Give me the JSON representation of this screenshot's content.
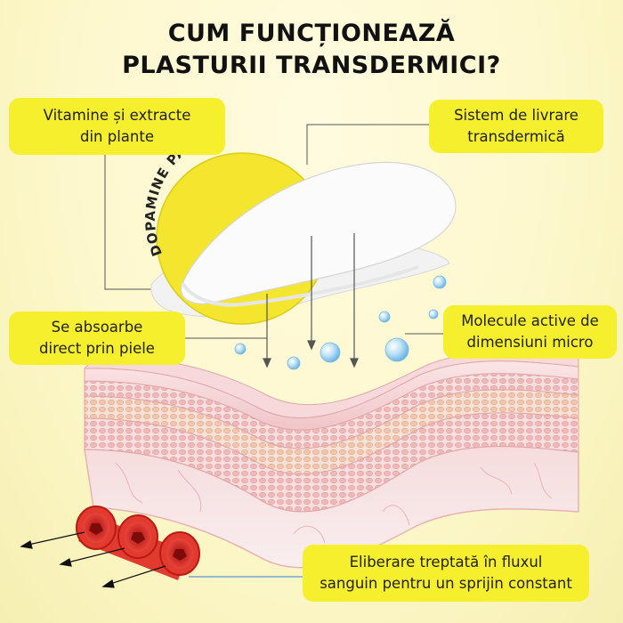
{
  "title": {
    "line1": "CUM FUNCȚIONEAZĂ",
    "line2": "PLASTURII TRANSDERMICI?"
  },
  "patch_label": "DOPAMINE PATCH",
  "callouts": {
    "vitamins": {
      "line1": "Vitamine și extracte",
      "line2": "din plante"
    },
    "delivery": {
      "line1": "Sistem de livrare",
      "line2": "transdermică"
    },
    "absorb": {
      "line1": "Se absoarbe",
      "line2": "direct prin piele"
    },
    "molecules": {
      "line1": "Molecule active de",
      "line2": "dimensiuni micro"
    },
    "release": {
      "line1": "Eliberare treptată în fluxul",
      "line2": "sanguin pentru un sprijin constant"
    }
  },
  "colors": {
    "callout_bg": "#f5ef2e",
    "patch_yellow": "#f4e52e",
    "skin_pink": "#f3cfd2",
    "vessel_red": "#d8241b"
  }
}
